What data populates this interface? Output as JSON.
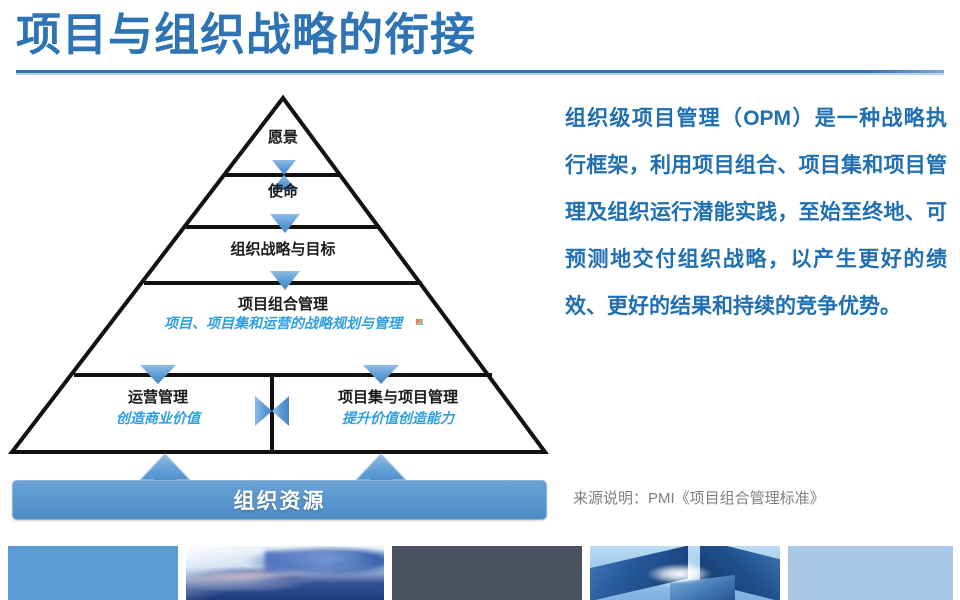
{
  "slide": {
    "title": "项目与组织战略的衔接"
  },
  "pyramid": {
    "levels": [
      {
        "id": "vision",
        "label": "愿景",
        "sublabel": ""
      },
      {
        "id": "mission",
        "label": "使命",
        "sublabel": ""
      },
      {
        "id": "strategy",
        "label": "组织战略与目标",
        "sublabel": ""
      },
      {
        "id": "portfolio",
        "label": "项目组合管理",
        "sublabel": "项目、项目集和运营的战略规划与管理"
      }
    ],
    "base_left": {
      "id": "operations",
      "label": "运营管理",
      "sublabel": "创造商业价值"
    },
    "base_right": {
      "id": "programs",
      "label": "项目集与项目管理",
      "sublabel": "提升价值创造能力"
    },
    "foundation": {
      "id": "resources",
      "label": "组织资源"
    },
    "connectors": {
      "vision_to_mission": "bowtie-arrow",
      "mission_to_strategy": "down-arrow",
      "strategy_to_portfolio": "down-arrow",
      "portfolio_to_operations": "down-arrow",
      "portfolio_to_programs": "down-arrow",
      "operations_to_programs": "horizontal-bowtie-arrow",
      "resources_to_operations": "up-block-arrow",
      "resources_to_programs": "up-block-arrow"
    }
  },
  "text_panel": {
    "paragraph": "组织级项目管理（OPM）是一种战略执行框架，利用项目组合、项目集和项目管理及组织运行潜能实践，至始至终地、可预测地交付组织战略，以产生更好的绩效、更好的结果和持续的竞争优势。",
    "source_note": "来源说明：PMI《项目组合管理标准》"
  },
  "bottom_strip": {
    "panels": [
      {
        "id": "panel-1",
        "kind": "solid-blue",
        "color": "#5b9bd5"
      },
      {
        "id": "panel-2",
        "kind": "photo-keyboard-hands"
      },
      {
        "id": "panel-3",
        "kind": "solid-slate",
        "color": "#4a5261"
      },
      {
        "id": "panel-4",
        "kind": "photo-buildings-sky"
      },
      {
        "id": "panel-5",
        "kind": "solid-light-blue",
        "color": "#a7c8e8"
      }
    ]
  },
  "colors": {
    "title_blue": "#2e74b5",
    "body_blue": "#1f6fb2",
    "accent_cyan": "#2f9fe0",
    "arrow_blue": "#5b9bd5",
    "bar_blue": "#5b97cf",
    "note_gray": "#808080"
  }
}
